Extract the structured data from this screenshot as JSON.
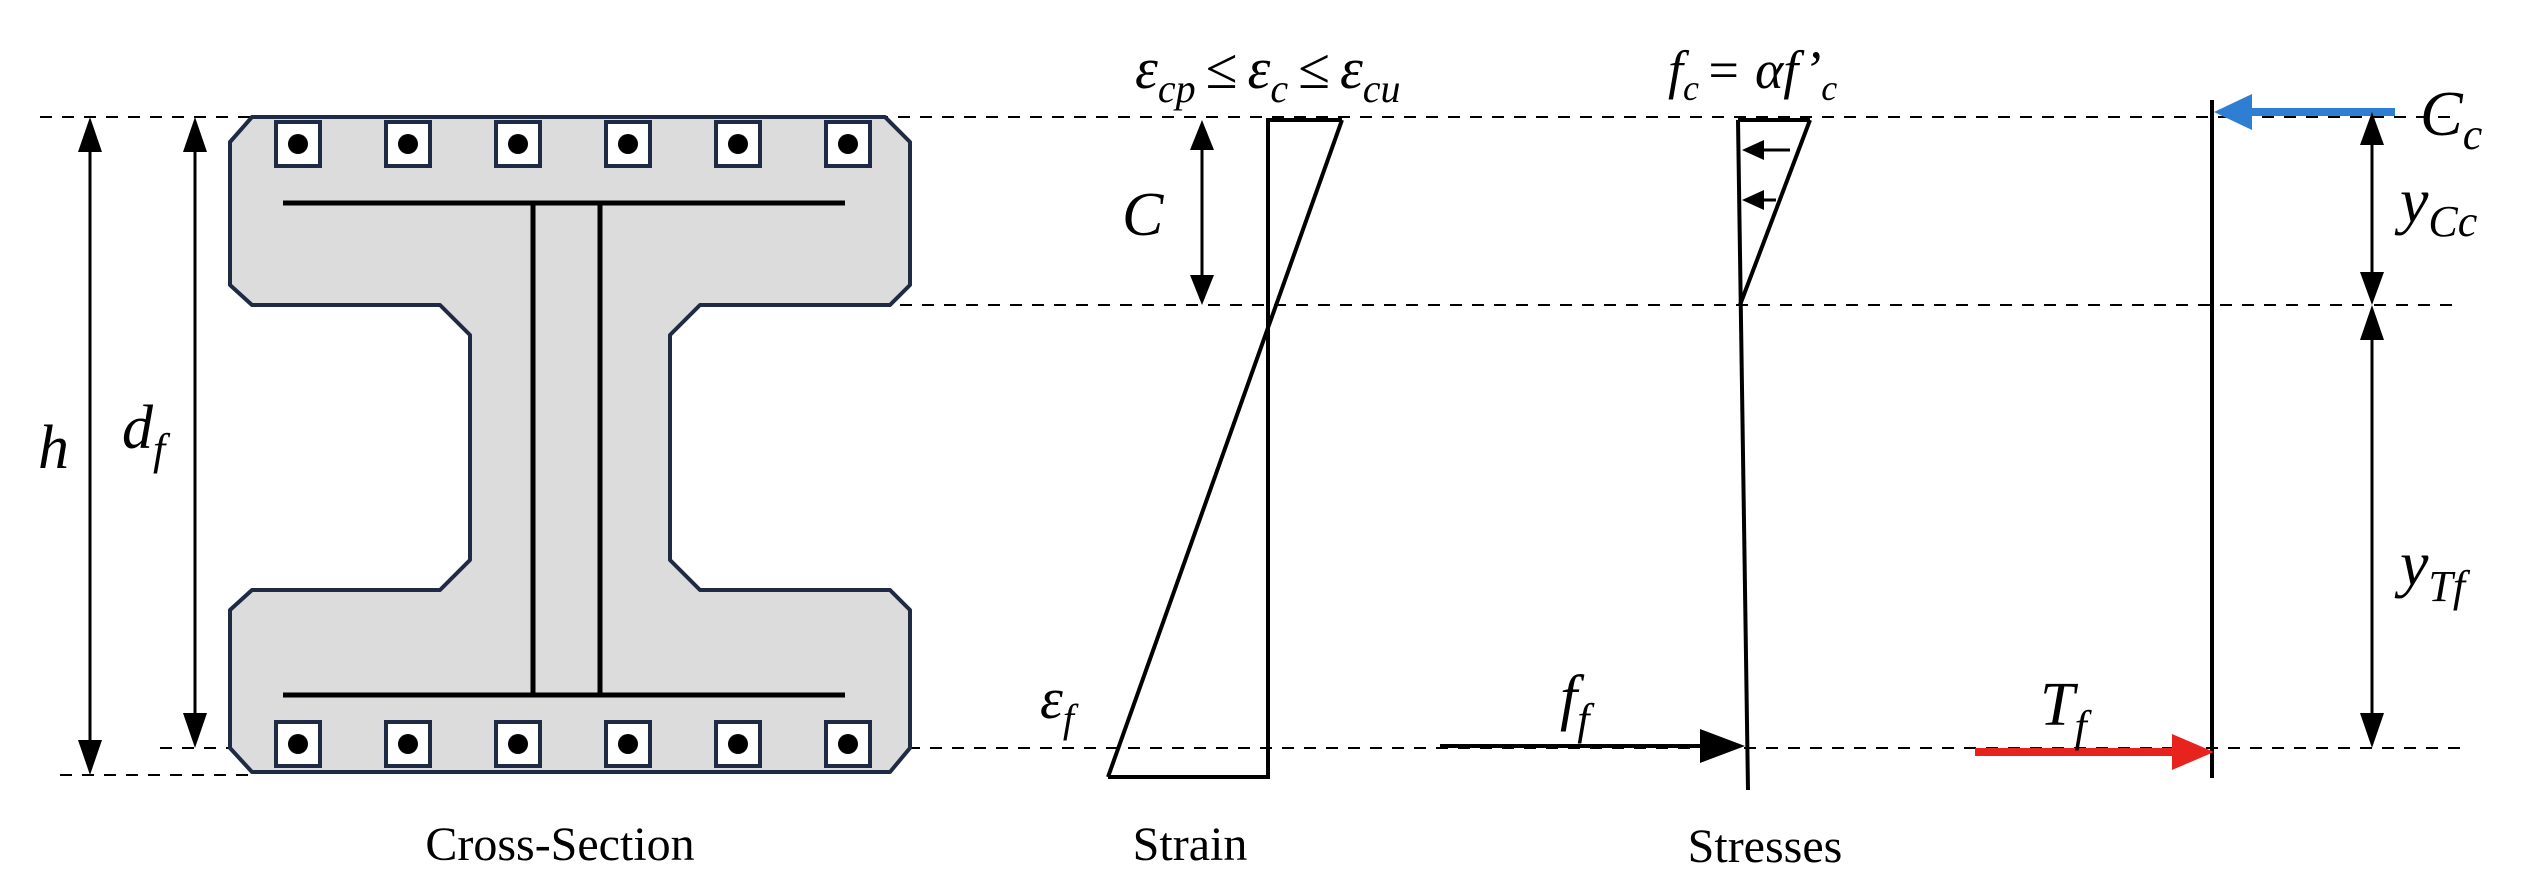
{
  "colors": {
    "section_fill": "#dcdcdc",
    "section_stroke": "#1f2a44",
    "rebar_box": "#1f2a44",
    "compression_arrow": "#2e7fd4",
    "tension_arrow": "#e8231e",
    "line": "#000000"
  },
  "labels": {
    "cross_section": "Cross-Section",
    "strain": "Strain",
    "stresses": "Stresses"
  },
  "symbols": {
    "h": "h",
    "df_main": "d",
    "df_sub": "f",
    "strain_top_eps": "ε",
    "strain_top_cp": "cp",
    "strain_top_leq": "≤",
    "strain_top_c": "c",
    "strain_top_cu": "cu",
    "depth_c": "C",
    "eps_f_main": "ε",
    "eps_f_sub": "f",
    "fc_f": "f",
    "fc_c": "c",
    "fc_eq": "= αf’",
    "fc_c2": "c",
    "ff_main": "f",
    "ff_sub": "f",
    "Tf_main": "T",
    "Tf_sub": "f",
    "Cc_main": "C",
    "Cc_sub": "c",
    "yCc_main": "y",
    "yCc_sub": "Cc",
    "yTf_main": "y",
    "yTf_sub": "Tf"
  },
  "rebar": {
    "top_count": 6,
    "bottom_count": 6
  }
}
